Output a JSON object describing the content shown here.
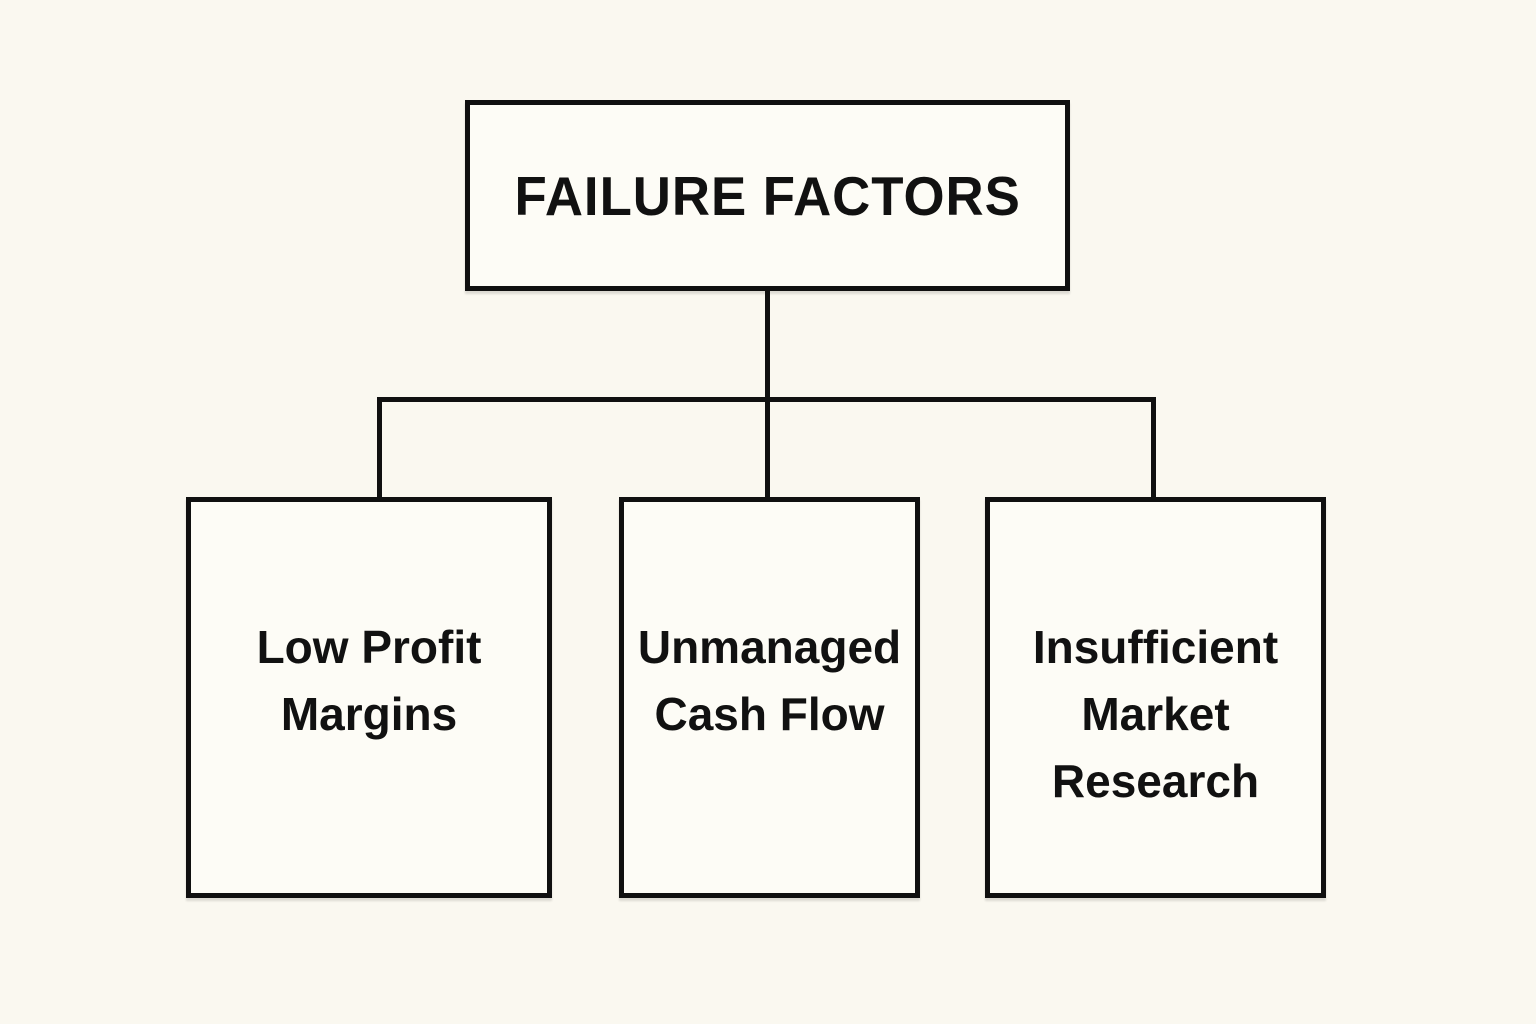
{
  "diagram": {
    "title": "FAILURE FACTORS",
    "root": {
      "label": "FAILURE FACTORS"
    },
    "children": [
      {
        "label": "Low Profit Margins"
      },
      {
        "label": "Unmanaged Cash Flow"
      },
      {
        "label": "Insufficient Market Research"
      }
    ],
    "colors": {
      "background": "#faf8f0",
      "node_fill": "#fdfcf6",
      "line": "#101010",
      "text": "#111111"
    }
  }
}
